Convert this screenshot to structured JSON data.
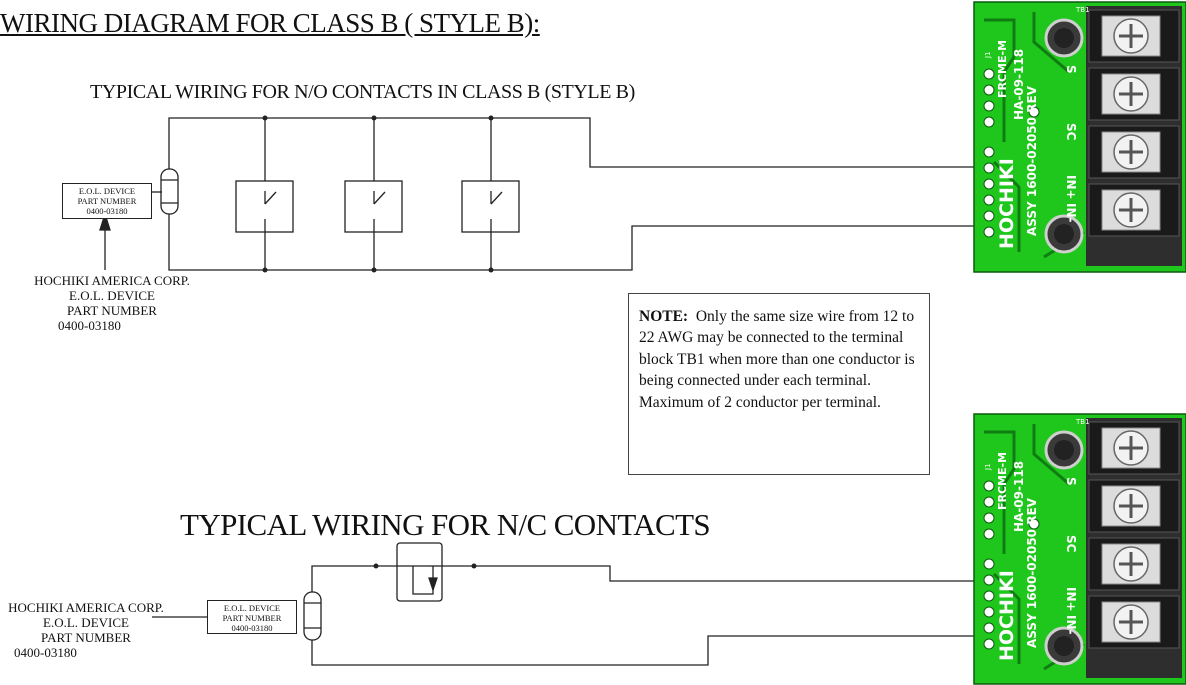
{
  "heading": "WIRING DIAGRAM FOR CLASS B ( STYLE B):",
  "no_section": {
    "title": "TYPICAL WIRING FOR N/O CONTACTS IN CLASS B (STYLE B)"
  },
  "nc_section": {
    "title": "TYPICAL WIRING FOR N/C CONTACTS"
  },
  "eol_label": {
    "line1": "E.O.L. DEVICE",
    "line2": "PART NUMBER",
    "line3": "0400-03180"
  },
  "manufacturer_label": {
    "line1": "HOCHIKI AMERICA CORP.",
    "line2": "E.O.L. DEVICE",
    "line3": "PART NUMBER",
    "line4": "0400-03180"
  },
  "note": {
    "lead": "NOTE:",
    "text": "Only the same size wire from 12 to 22 AWG may be connected to the terminal block TB1 when more than one conductor is being connected under each terminal. Maximum of 2 conductor per terminal."
  },
  "board": {
    "terminals": [
      "S",
      "SC",
      "IN+",
      "IN-"
    ],
    "brand": "HOCHIKI",
    "assy": "ASSY 1600-02050 REV",
    "model": "FRCME-M",
    "doc": "HA-09-118",
    "ref": "TB1",
    "j_ref": "J1",
    "board_color": "#1fc61c",
    "trace_color": "#0f7d12"
  }
}
